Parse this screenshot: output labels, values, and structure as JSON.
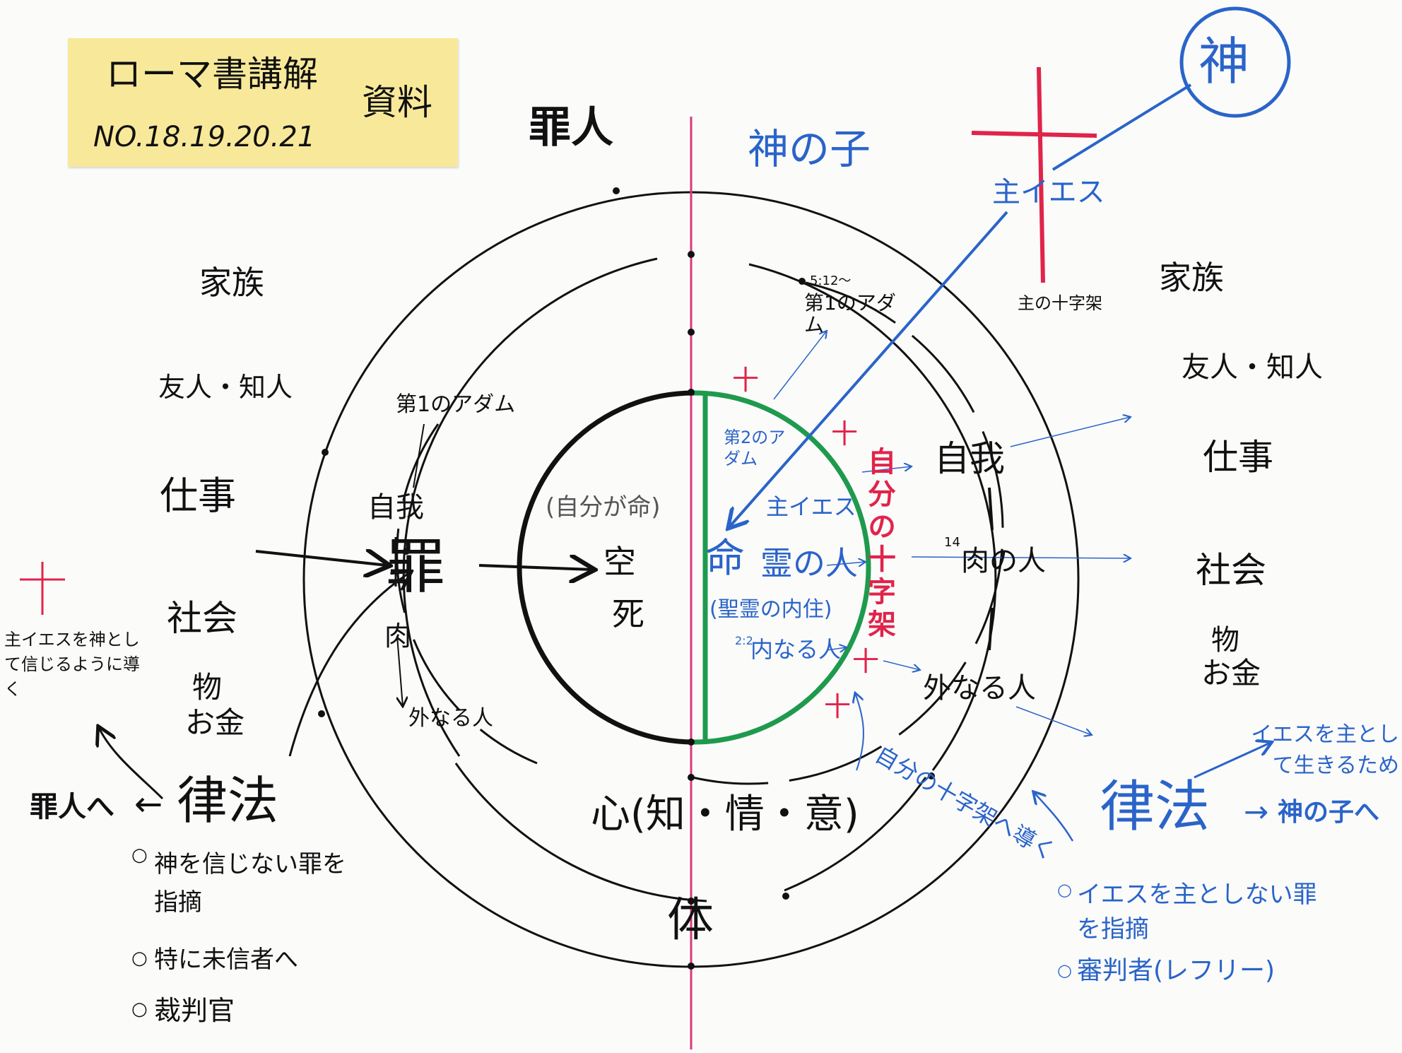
{
  "note": {
    "title": "ローマ書講解",
    "numbers": "NO.18.19.20.21",
    "doc_type": "資料"
  },
  "left": {
    "heading": "罪人",
    "items": [
      "家族",
      "友人・知人",
      "仕事",
      "社会",
      "物",
      "お金"
    ],
    "cross_caption": "主イエスを神として信じるように導く",
    "law": "律法",
    "law_arrow": "罪人へ",
    "law_points": [
      "神を信じない罪を指摘",
      "特に未信者へ",
      "裁判官"
    ]
  },
  "right": {
    "heading": "神の子",
    "god": "神",
    "lord_jesus": "主イエス",
    "lord_cross": "主の十字架",
    "items": [
      "家族",
      "友人・知人",
      "仕事",
      "社会",
      "物",
      "お金"
    ],
    "law": "律法",
    "law_arrow": "神の子へ",
    "law_purpose": "イエスを主として生きるため",
    "own_cross_lead": "自分の十字架へ導く",
    "law_points": [
      "イエスを主としない罪を指摘",
      "審判者(レフリー)"
    ]
  },
  "rings": {
    "inner": {
      "caption": "(自分が命)",
      "void": "空",
      "death": "死",
      "life": "命",
      "spirit_man": "霊の人",
      "holy_spirit": "(聖霊の内住)",
      "inner_man_ref": "2:2",
      "inner_man": "内なる人",
      "second_adam": "第2のアダム",
      "lord_jesus": "主イエス",
      "own_cross": "自分の十字架"
    },
    "middle": {
      "first_adam_left": "第1のアダム",
      "first_adam_right_ref": "5:12〜",
      "first_adam_right": "第1のアダム",
      "ego_left": "自我",
      "sin": "罪",
      "flesh": "肉",
      "outer_man_left": "外なる人",
      "ego_right": "自我",
      "flesh_man_ref": "14",
      "flesh_man": "肉の人",
      "outer_man_right": "外なる人",
      "heart": "心(知・情・意)"
    },
    "outer": {
      "body": "体"
    }
  },
  "colors": {
    "ink": "#111111",
    "blue": "#2a64c9",
    "red": "#e0244a",
    "green": "#1f9a4d",
    "magenta": "#d83a7c",
    "note": "#f8e99a"
  }
}
